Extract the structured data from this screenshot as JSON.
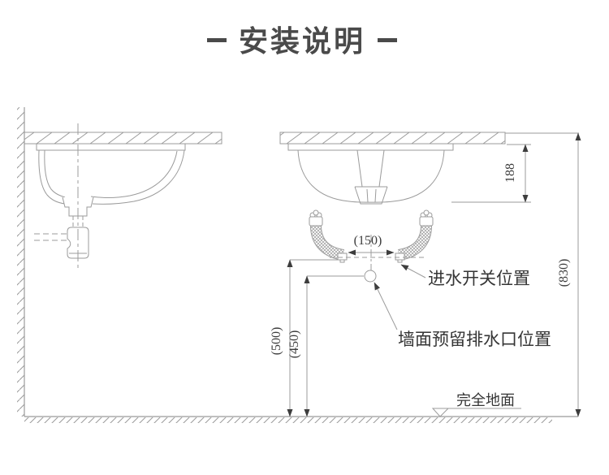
{
  "title": "安装说明",
  "drawing": {
    "dims": {
      "basin_depth": "188",
      "counter_height": "(830)",
      "faucet_spacing": "(150)",
      "inlet_height": "(500)",
      "drain_height": "(450)"
    },
    "labels": {
      "inlet_switch": "进水开关位置",
      "drain_outlet": "墙面预留排水口位置",
      "floor": "完全地面"
    }
  },
  "colors": {
    "line": "#9b9b9b",
    "arrow": "#3d3d3d",
    "text": "#353535",
    "title": "#4a4a4a"
  }
}
